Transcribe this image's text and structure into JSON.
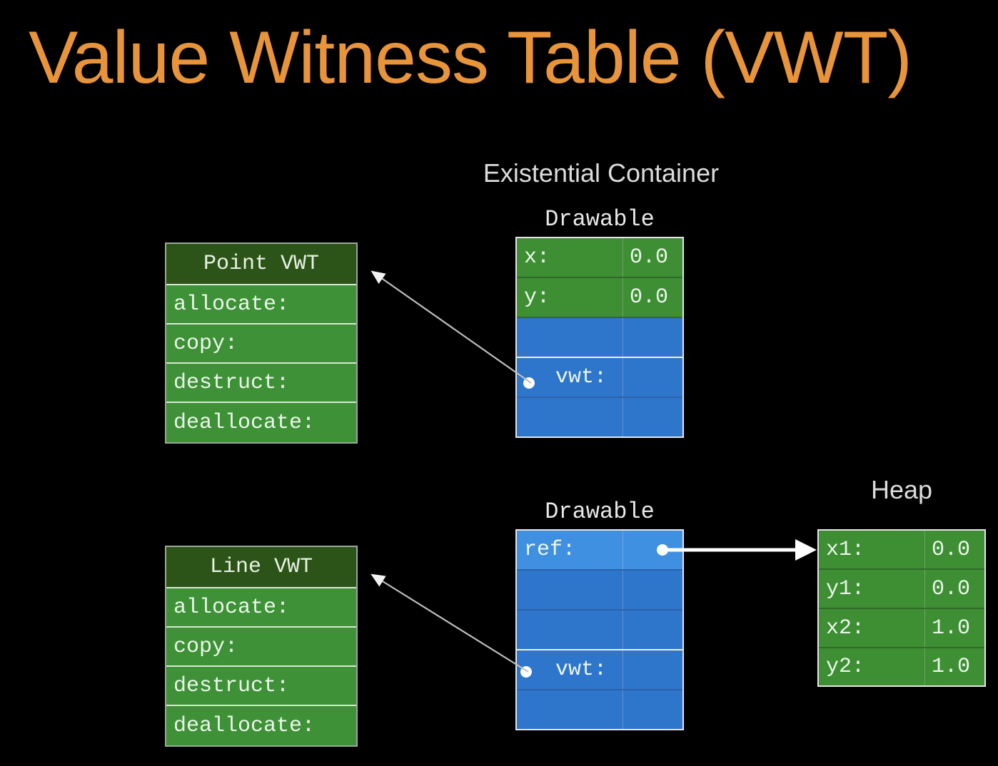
{
  "slide": {
    "title": "Value Witness Table (VWT)",
    "background_color": "#000000",
    "title_color": "#E8943A"
  },
  "captions": {
    "existential_container": "Existential Container",
    "drawable_top": "Drawable",
    "drawable_bottom": "Drawable",
    "heap": "Heap"
  },
  "point_vwt": {
    "header": "Point VWT",
    "rows": [
      {
        "key": "allocate:"
      },
      {
        "key": "copy:"
      },
      {
        "key": "destruct:"
      },
      {
        "key": "deallocate:"
      }
    ]
  },
  "line_vwt": {
    "header": "Line VWT",
    "rows": [
      {
        "key": "allocate:"
      },
      {
        "key": "copy:"
      },
      {
        "key": "destruct:"
      },
      {
        "key": "deallocate:"
      }
    ]
  },
  "container_top": {
    "rows": [
      {
        "key": "x:",
        "value": "0.0",
        "color": "#3E8E34"
      },
      {
        "key": "y:",
        "value": "0.0",
        "color": "#3E8E34"
      },
      {
        "key": "",
        "value": "",
        "color": "#2E75CC"
      },
      {
        "key": "vwt:",
        "value": "",
        "color": "#2E75CC"
      },
      {
        "key": "",
        "value": "",
        "color": "#2E75CC"
      }
    ]
  },
  "container_bottom": {
    "rows": [
      {
        "key": "ref:",
        "value": "",
        "color": "#4090E2"
      },
      {
        "key": "",
        "value": "",
        "color": "#2E75CC"
      },
      {
        "key": "",
        "value": "",
        "color": "#2E75CC"
      },
      {
        "key": "vwt:",
        "value": "",
        "color": "#2E75CC"
      },
      {
        "key": "",
        "value": "",
        "color": "#2E75CC"
      }
    ]
  },
  "heap": {
    "rows": [
      {
        "key": "x1:",
        "value": "0.0"
      },
      {
        "key": "y1:",
        "value": "0.0"
      },
      {
        "key": "x2:",
        "value": "1.0"
      },
      {
        "key": "y2:",
        "value": "1.0"
      }
    ]
  },
  "connections": [
    {
      "name": "top-vwt-pointer",
      "from": "container_top.vwt",
      "to": "point_vwt.header",
      "style": "thin-gray-arrow"
    },
    {
      "name": "bottom-vwt-pointer",
      "from": "container_bottom.vwt",
      "to": "line_vwt.header",
      "style": "thin-gray-arrow"
    },
    {
      "name": "ref-pointer",
      "from": "container_bottom.ref",
      "to": "heap.x1",
      "style": "thick-white-arrow"
    }
  ]
}
